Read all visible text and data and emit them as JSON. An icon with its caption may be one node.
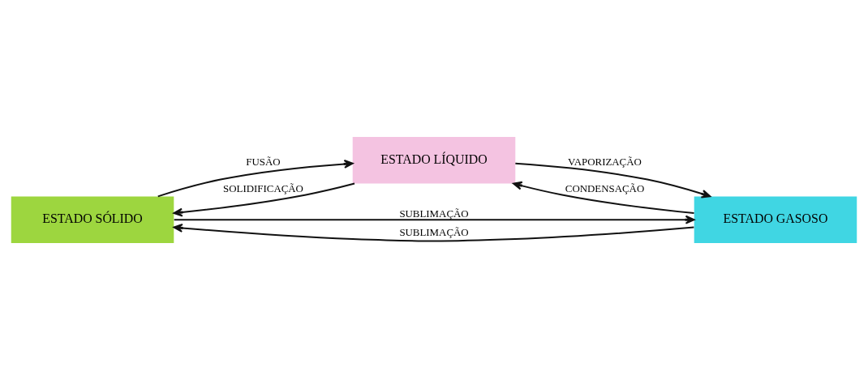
{
  "diagram": {
    "nodes": [
      {
        "text": [
          "ESTADO SÓLIDO"
        ]
      },
      {
        "text": [
          "ESTADO LÍQUIDO"
        ]
      },
      {
        "text": [
          "ESTADO GASOSO"
        ]
      }
    ],
    "edges": [
      {
        "from": 0,
        "to": 2,
        "arrow": "to",
        "label": "SUBLIMAÇÃO"
      },
      {
        "from": 0,
        "to": 1,
        "arrow": "to",
        "label": "FUSÃO"
      },
      {
        "from": 1,
        "to": 2,
        "arrow": "to",
        "label": "VAPORIZAÇÃO"
      },
      {
        "from": 1,
        "to": 0,
        "arrow": "to",
        "label": "SOLIDIFICAÇÃO"
      },
      {
        "from": 2,
        "to": 1,
        "arrow": "to",
        "label": "CONDENSAÇÃO"
      },
      {
        "from": 2,
        "to": 0,
        "arrow": "to",
        "label": "SUBLIMAÇÃO"
      }
    ]
  }
}
